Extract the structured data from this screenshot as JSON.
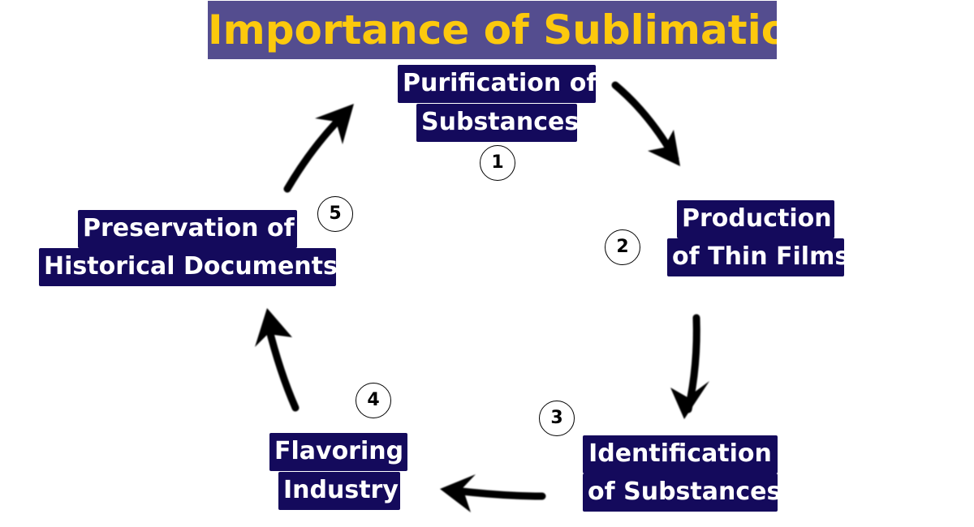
{
  "title": "Importance of Sublimation",
  "colors": {
    "title_bg": "#544d8f",
    "title_text": "#fcc90d",
    "label_bg": "#140a5c",
    "label_text": "#ffffff",
    "arrow": "#000000"
  },
  "steps": [
    {
      "number": "1",
      "lines": [
        "Purification of",
        "Substances"
      ]
    },
    {
      "number": "2",
      "lines": [
        "Production",
        "of Thin Films"
      ]
    },
    {
      "number": "3",
      "lines": [
        "Identification",
        "of Substances"
      ]
    },
    {
      "number": "4",
      "lines": [
        "Flavoring",
        "Industry"
      ]
    },
    {
      "number": "5",
      "lines": [
        "Preservation of",
        "Historical Documents"
      ]
    }
  ],
  "arrows": [
    {
      "from": "1",
      "to": "2",
      "icon": "curved-arrow-down-right-icon"
    },
    {
      "from": "2",
      "to": "3",
      "icon": "arrow-down-icon"
    },
    {
      "from": "3",
      "to": "4",
      "icon": "arrow-left-icon"
    },
    {
      "from": "4",
      "to": "5",
      "icon": "arrow-up-icon"
    },
    {
      "from": "5",
      "to": "1",
      "icon": "arrow-up-right-icon"
    }
  ]
}
